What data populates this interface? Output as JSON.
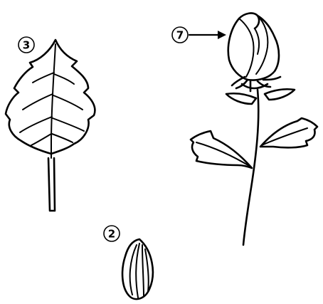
{
  "labels": {
    "leaf": "3",
    "seed": "2",
    "flower": "7"
  },
  "colors": {
    "ink": "#000000",
    "background": "#ffffff"
  },
  "icons": {
    "leaf": "leaf-icon",
    "seed": "seed-icon",
    "flower": "rosebud-icon",
    "arrow": "arrow-right-icon"
  }
}
